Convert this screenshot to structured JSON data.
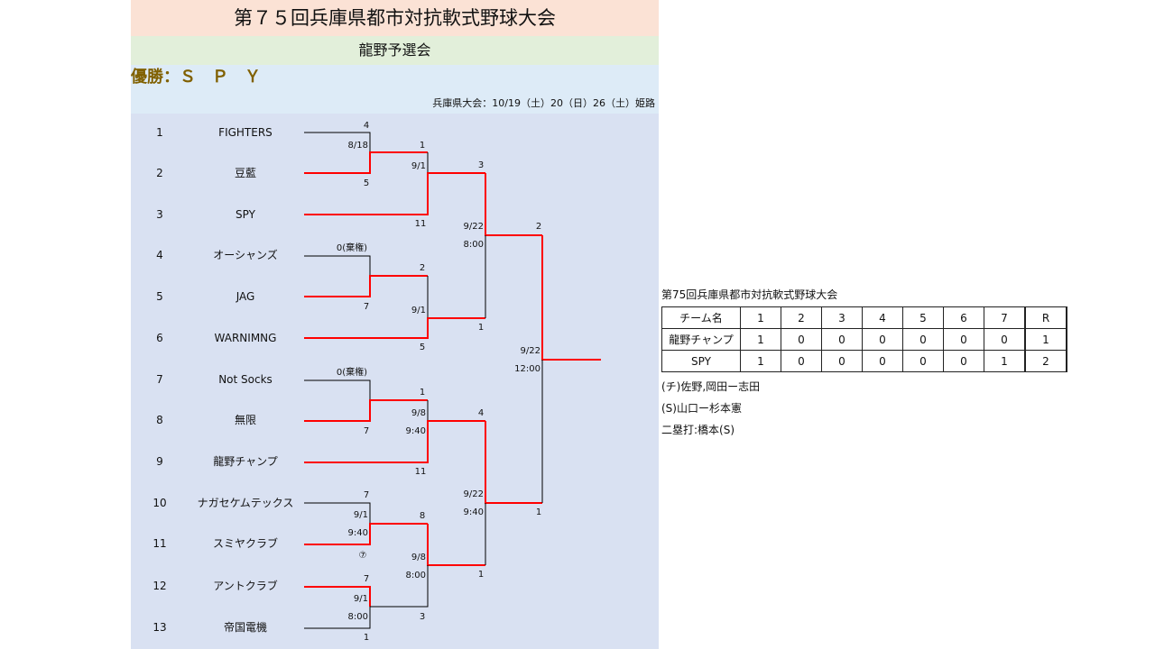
{
  "header": {
    "title": "第７５回兵庫県都市対抗軟式野球大会",
    "subtitle": "龍野予選会",
    "winner": "優勝：Ｓ　Ｐ　Ｙ",
    "schedule": "兵庫県大会：10/19（土）20（日）26（土）姫路"
  },
  "teams": [
    {
      "num": "1",
      "name": "FIGHTERS"
    },
    {
      "num": "2",
      "name": "豆藍"
    },
    {
      "num": "3",
      "name": "SPY"
    },
    {
      "num": "4",
      "name": "オーシャンズ"
    },
    {
      "num": "5",
      "name": "JAG"
    },
    {
      "num": "6",
      "name": "WARNIMNG"
    },
    {
      "num": "7",
      "name": "Not Socks"
    },
    {
      "num": "8",
      "name": "無限"
    },
    {
      "num": "9",
      "name": "龍野チャンプ"
    },
    {
      "num": "10",
      "name": "ナガセケムテックス"
    },
    {
      "num": "11",
      "name": "スミヤクラブ"
    },
    {
      "num": "12",
      "name": "アントクラブ"
    },
    {
      "num": "13",
      "name": "帝国電機"
    }
  ],
  "bracket_labels": {
    "m1_top_score": "4",
    "m1_date": "8/18",
    "m1_bottom_score": "5",
    "m4_top_score": "0(棄権)",
    "m4_bottom_score": "7",
    "m7_top_score": "0(棄権)",
    "m7_bottom_score": "7",
    "m10_top_score": "7",
    "m10_date": "9/1",
    "m10_time": "9:40",
    "m10_bottom_note": "⑦",
    "m12_top_score": "7",
    "m12_date": "9/1",
    "m12_time": "8:00",
    "m12_bottom_score": "1",
    "q1_top_score": "1",
    "q1_date": "9/1",
    "q1_bottom_score": "11",
    "q2_top_score": "2",
    "q2_date": "9/1",
    "q2_bottom_score": "5",
    "q3_top_score": "1",
    "q3_date": "9/8",
    "q3_time": "9:40",
    "q3_bottom_score": "11",
    "q4_top_score": "8",
    "q4_date": "9/8",
    "q4_time": "8:00",
    "q4_bottom_score": "3",
    "s1_top_score": "3",
    "s1_date": "9/22",
    "s1_time": "8:00",
    "s1_bottom_score": "1",
    "s2_top_score": "4",
    "s2_date": "9/22",
    "s2_time": "9:40",
    "s2_bottom_score": "1",
    "f_top_score": "2",
    "f_date": "9/22",
    "f_time": "12:00",
    "f_bottom_score": "1"
  },
  "result": {
    "title": "第75回兵庫県都市対抗軟式野球大会",
    "header": [
      "チーム名",
      "1",
      "2",
      "3",
      "4",
      "5",
      "6",
      "7",
      "R"
    ],
    "rows": [
      {
        "team": "龍野チャンプ",
        "innings": [
          "1",
          "0",
          "0",
          "0",
          "0",
          "0",
          "0"
        ],
        "runs": "1"
      },
      {
        "team": "SPY",
        "innings": [
          "1",
          "0",
          "0",
          "0",
          "0",
          "0",
          "1"
        ],
        "runs": "2"
      }
    ],
    "notes": [
      "(チ)佐野,岡田ー志田",
      "(S)山口ー杉本憲",
      "二塁打:橋本(S)"
    ]
  },
  "colors": {
    "winner_line": "#ff0000",
    "line": "#000000",
    "title_band": "#fbe2d5",
    "subtitle_band": "#e2efda",
    "winner_band": "#ddebf7",
    "bracket_band": "#d9e1f2",
    "winner_text": "#806000"
  }
}
